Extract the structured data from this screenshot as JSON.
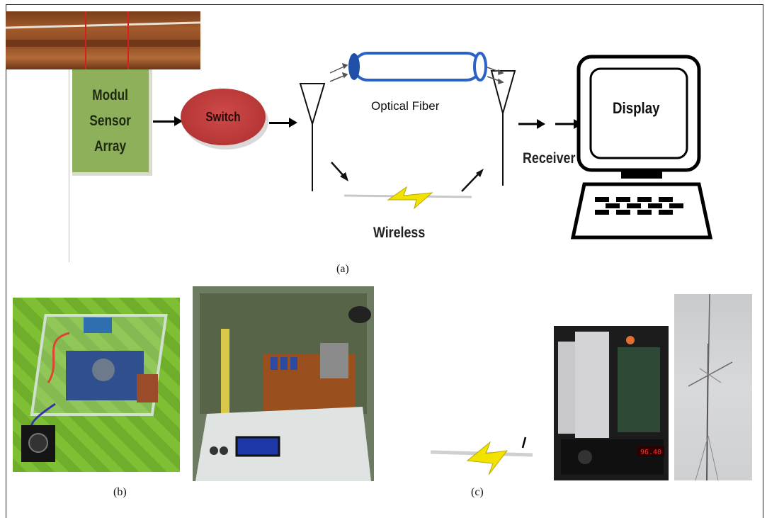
{
  "diagram": {
    "blocks": {
      "sensor": "Modul\nSensor\nArray",
      "switch": "Switch",
      "optical_fiber": "Optical Fiber",
      "wireless": "Wireless",
      "receiver": "Receiver",
      "display": "Display"
    },
    "colors": {
      "sensor_box": "#8fb05a",
      "switch_ellipse": "#b63636",
      "fiber_tube": "#2a62c6",
      "lightning": "#f2e200"
    }
  },
  "captions": {
    "a": "(a)",
    "b": "(b)",
    "c": "(c)"
  },
  "photos": {
    "lcd_text": "",
    "receiver_readout": "96.40"
  }
}
